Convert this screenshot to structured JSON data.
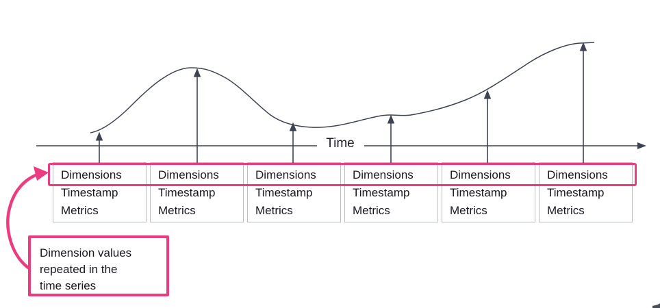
{
  "diagram": {
    "axis_label": "Time",
    "annotation": "Dimension values repeated in the time series",
    "highlight_color": "#EC3B80",
    "line_color": "#3E4352",
    "box_border_color": "#B9BDC5",
    "record_boxes": [
      {
        "rows": [
          "Dimensions",
          "Timestamp",
          "Metrics"
        ]
      },
      {
        "rows": [
          "Dimensions",
          "Timestamp",
          "Metrics"
        ]
      },
      {
        "rows": [
          "Dimensions",
          "Timestamp",
          "Metrics"
        ]
      },
      {
        "rows": [
          "Dimensions",
          "Timestamp",
          "Metrics"
        ]
      },
      {
        "rows": [
          "Dimensions",
          "Timestamp",
          "Metrics"
        ]
      },
      {
        "rows": [
          "Dimensions",
          "Timestamp",
          "Metrics"
        ]
      }
    ]
  }
}
